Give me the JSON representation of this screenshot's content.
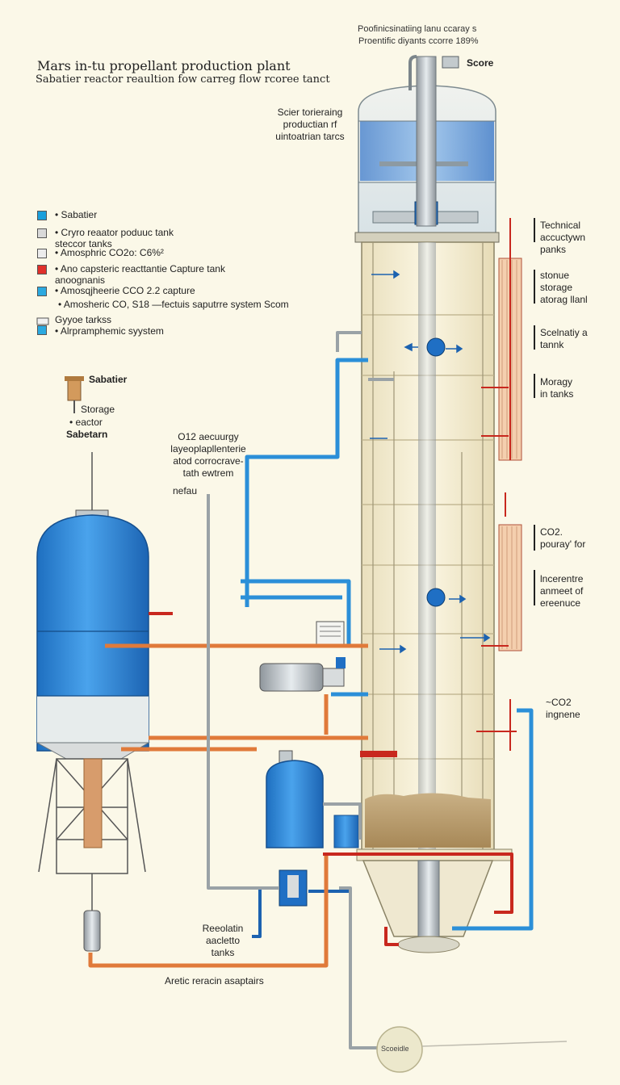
{
  "header": {
    "title": "Mars in-tu propellant production plant",
    "subtitle": "Sabatier reactor reaultion fow carreg flow rcoree tanct",
    "top_line_1": "Poofinicsinatiing lanu ccaray s",
    "top_line_2": "Proentific diyants ccorre 189%",
    "score_label": "Score"
  },
  "center_note": "Scier torieraing\nproductian rf\nuintoatrian tarcs",
  "legend": [
    {
      "text": "• Sabatier",
      "color": "#1a9fdc"
    },
    {
      "text": "• Cryro reaator poduuc tank\nsteccor tanks",
      "color": "#d9d9d9"
    },
    {
      "text": "• Amosphric CO2o: C6%²",
      "color": "#ececec"
    },
    {
      "text": "• Ano capsteric reacttantie Capture tank\nanoognanis",
      "color": "#e0302a"
    },
    {
      "text": "• Amosqjheerie CCO 2.2 capture",
      "color": "#2ba9e0"
    },
    {
      "text": "• Amosheric CO, S18 —fectuis saputrre system Scom",
      "color": ""
    },
    {
      "text": "Gyyoe tarkss\n• Alrpramphemic syystem",
      "color": "#2ba9e0"
    }
  ],
  "left_labels": {
    "sabatier_head": "Sabatier",
    "storage": "Storage",
    "reactor": "• eactor",
    "sabetarn": "Sabetarn"
  },
  "mid_labels": {
    "o2_note": "O12  aecuurgy\nlayeoplapllenterie\natod corrocrave-\ntath ewtrem",
    "nefau": "nefau"
  },
  "right_labels": [
    {
      "text": "Technical\naccuctywn\npanks"
    },
    {
      "text": "stonue\nstorage\natorag llanl"
    },
    {
      "text": "Scelnatiy a\ntannk"
    },
    {
      "text": "Moragy\nin tanks"
    },
    {
      "text": "CO2.\npouray' for"
    },
    {
      "text": "lncerentre\nanmeet of\nereenuce"
    },
    {
      "text": "~CO2\ningnene"
    }
  ],
  "bottom_labels": {
    "reactor_tanks": "Reeolatin\naacletto\ntanks",
    "aretic": "Aretic reracin asaptairs",
    "gauge": "Scoeidle"
  },
  "colors": {
    "background": "#fbf8e8",
    "blue_tank": "#2f86d4",
    "column_body": "#f3ecd3",
    "pipe_blue": "#2b8fd8",
    "pipe_orange": "#e07a3a",
    "pipe_red": "#c8281e"
  }
}
